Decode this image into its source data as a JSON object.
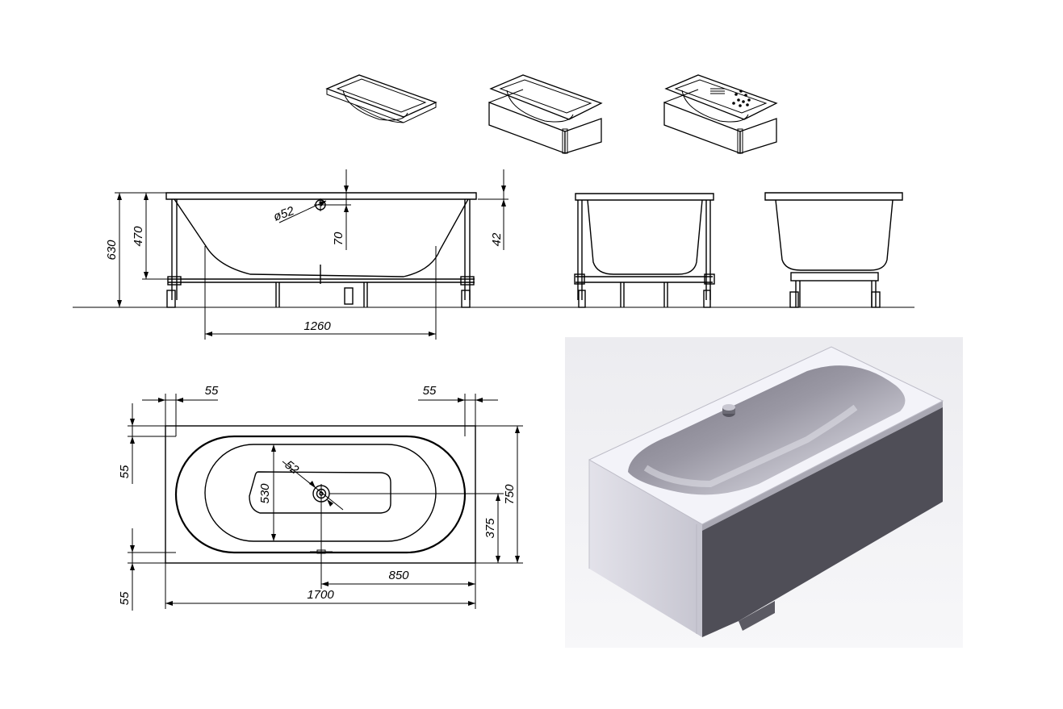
{
  "side_view": {
    "height_total": "630",
    "height_rim": "470",
    "drain_diameter": "ø52",
    "drain_offset": "70",
    "rim_thickness": "42",
    "bottom_length": "1260"
  },
  "plan_view": {
    "rim_left": "55",
    "rim_right": "55",
    "rim_top": "55",
    "rim_bottom": "55",
    "drain_diameter": "52",
    "bottom_width": "530",
    "width": "750",
    "half_width": "375",
    "drain_position": "850",
    "length": "1700"
  },
  "render": {
    "colors": {
      "background": "#e9e9ee",
      "rim": "#f4f4fa",
      "front_panel": "#d4d3de",
      "side_panel": "#c9c8d2",
      "basin": "#8e8c98"
    }
  }
}
